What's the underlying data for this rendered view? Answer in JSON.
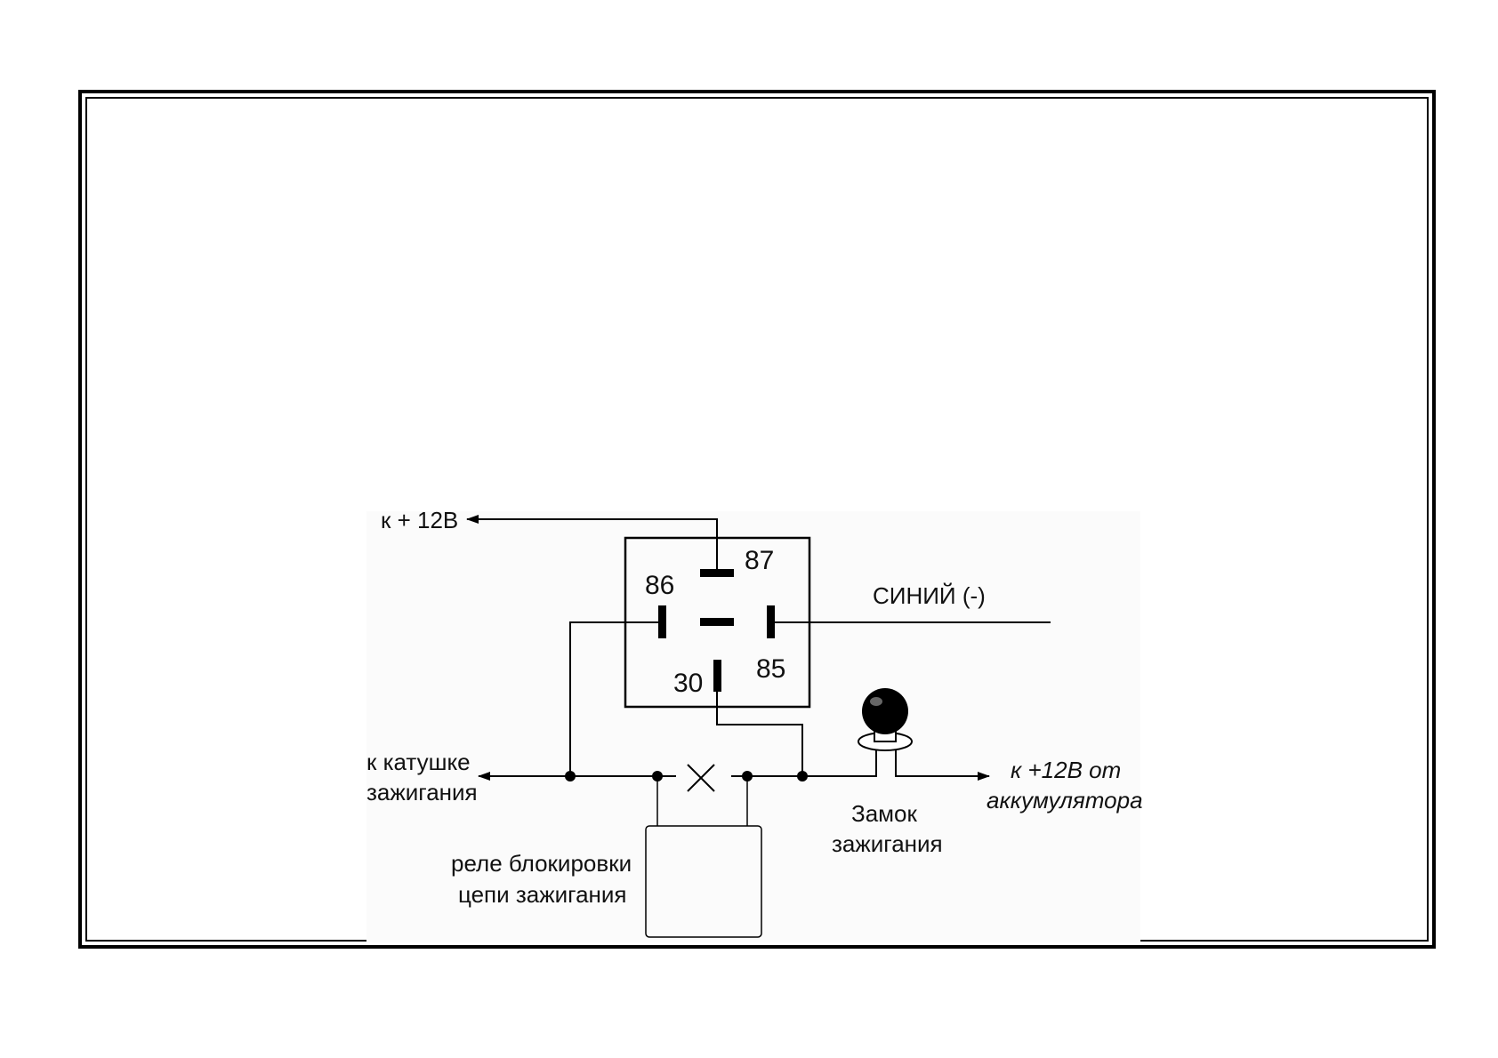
{
  "relay": {
    "pins": {
      "p87": "87",
      "p86": "86",
      "p85": "85",
      "p30": "30"
    }
  },
  "labels": {
    "plus12v": "к + 12В",
    "blue_wire": "СИНИЙ (-)",
    "coil_line1": "к  катушке",
    "coil_line2": "зажигания",
    "battery_line1": "к  +12В от",
    "battery_line2": "аккумулятора",
    "lock_line1": "Замок",
    "lock_line2": "зажигания",
    "block_relay_line1": "реле блокировки",
    "block_relay_line2": "цепи зажигания"
  },
  "colors": {
    "line": "#000000",
    "panel": "#fbfbfb"
  }
}
